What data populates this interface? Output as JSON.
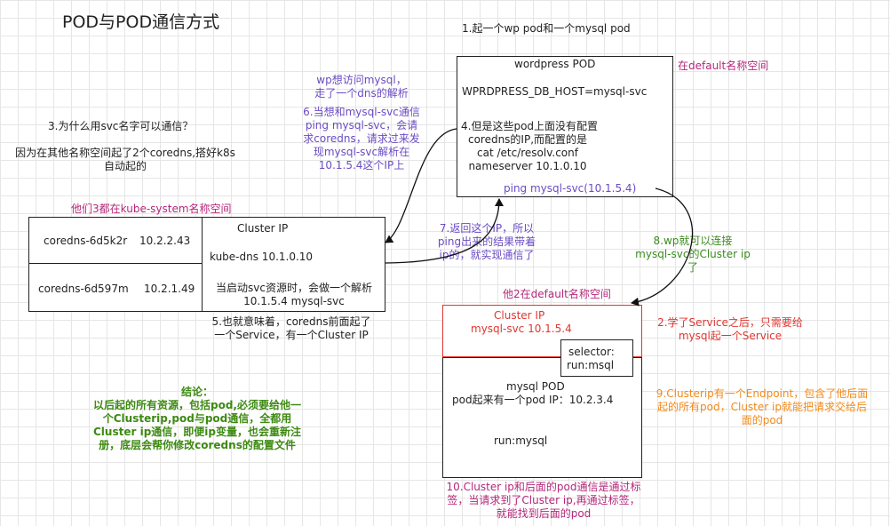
{
  "title": "POD与POD通信方式",
  "step1": "1.起一个wp pod和一个mysql pod",
  "wordpress_pod": {
    "title": "wordpress POD",
    "env": "WPRDPRESS_DB_HOST=mysql-svc",
    "note_lines": [
      "4.但是这些pod上面没有配置",
      "coredns的IP,而配置的是",
      "cat /etc/resolv.conf",
      "nameserver 10.1.0.10"
    ],
    "ping": "ping mysql-svc(10.1.5.4)"
  },
  "default_ns_label": "在default名称空间",
  "step6_lines": [
    "wp想访问mysql，",
    "走了一个dns的解析",
    "6.当想和mysql-svc通信",
    "ping mysql-svc，会请",
    "求coredns，请求过来发",
    "现mysql-svc解析在",
    "10.1.5.4这个IP上"
  ],
  "step3_lines": [
    "3.为什么用svc名字可以通信？",
    "",
    "因为在其他名称空间起了2个coredns,搭好k8s",
    "自动起的"
  ],
  "kube_system_label": "他们3都在kube-system名称空间",
  "coredns": [
    {
      "name": "coredns-6d5k2r",
      "ip": "10.2.2.43"
    },
    {
      "name": "coredns-6d597m",
      "ip": "10.2.1.49"
    }
  ],
  "dns_cluster": {
    "header": "Cluster IP",
    "service": "kube-dns  10.1.0.10",
    "note_lines": [
      "当启动svc资源时，会做一个解析",
      "10.1.5.4 mysql-svc"
    ]
  },
  "step5_lines": [
    "5.也就意味着，coredns前面起了",
    "一个Service，有一个Cluster IP"
  ],
  "step7_lines": [
    "7.返回这个IP，所以",
    "ping出来的结果带着",
    "ip的，就实现通信了"
  ],
  "step8_lines": [
    "8.wp就可以连接",
    "mysql-svc的Cluster ip",
    "了"
  ],
  "default_ns_label2": "他2在default名称空间",
  "mysql_svc": {
    "header": "Cluster IP",
    "value": "mysql-svc 10.1.5.4"
  },
  "step2_lines": [
    "2.学了Service之后，只需要给",
    "mysql起一个Service"
  ],
  "selector": {
    "line1": "selector:",
    "line2": "run:msql"
  },
  "mysql_pod": {
    "title": "mysql POD",
    "ip_line": "pod起来有一个pod IP：10.2.3.4",
    "label": "run:mysql"
  },
  "conclusion_lines": [
    "结论：",
    "以后起的所有资源，包括pod,必须要给他一",
    "个Clusterip,pod与pod通信，全都用",
    "Cluster ip通信，即便ip变量，也会重新注",
    "册，底层会帮你修改coredns的配置文件"
  ],
  "step9_lines": [
    "9.Clusterip有一个Endpoint，包含了他后面",
    "起的所有pod，Cluster ip就能把请求交给后",
    "面的pod"
  ],
  "step10_lines": [
    "10.Cluster ip和后面的pod通信是通过标",
    "签，当请求到了Cluster ip,再通过标签，",
    "就能找到后面的pod"
  ],
  "colors": {
    "purple": "#6a4cc3",
    "magenta": "#b5277a",
    "red": "#e0362f",
    "orange": "#f08a1c",
    "green": "#3b8c1e",
    "grid": "#e6e6e6"
  }
}
